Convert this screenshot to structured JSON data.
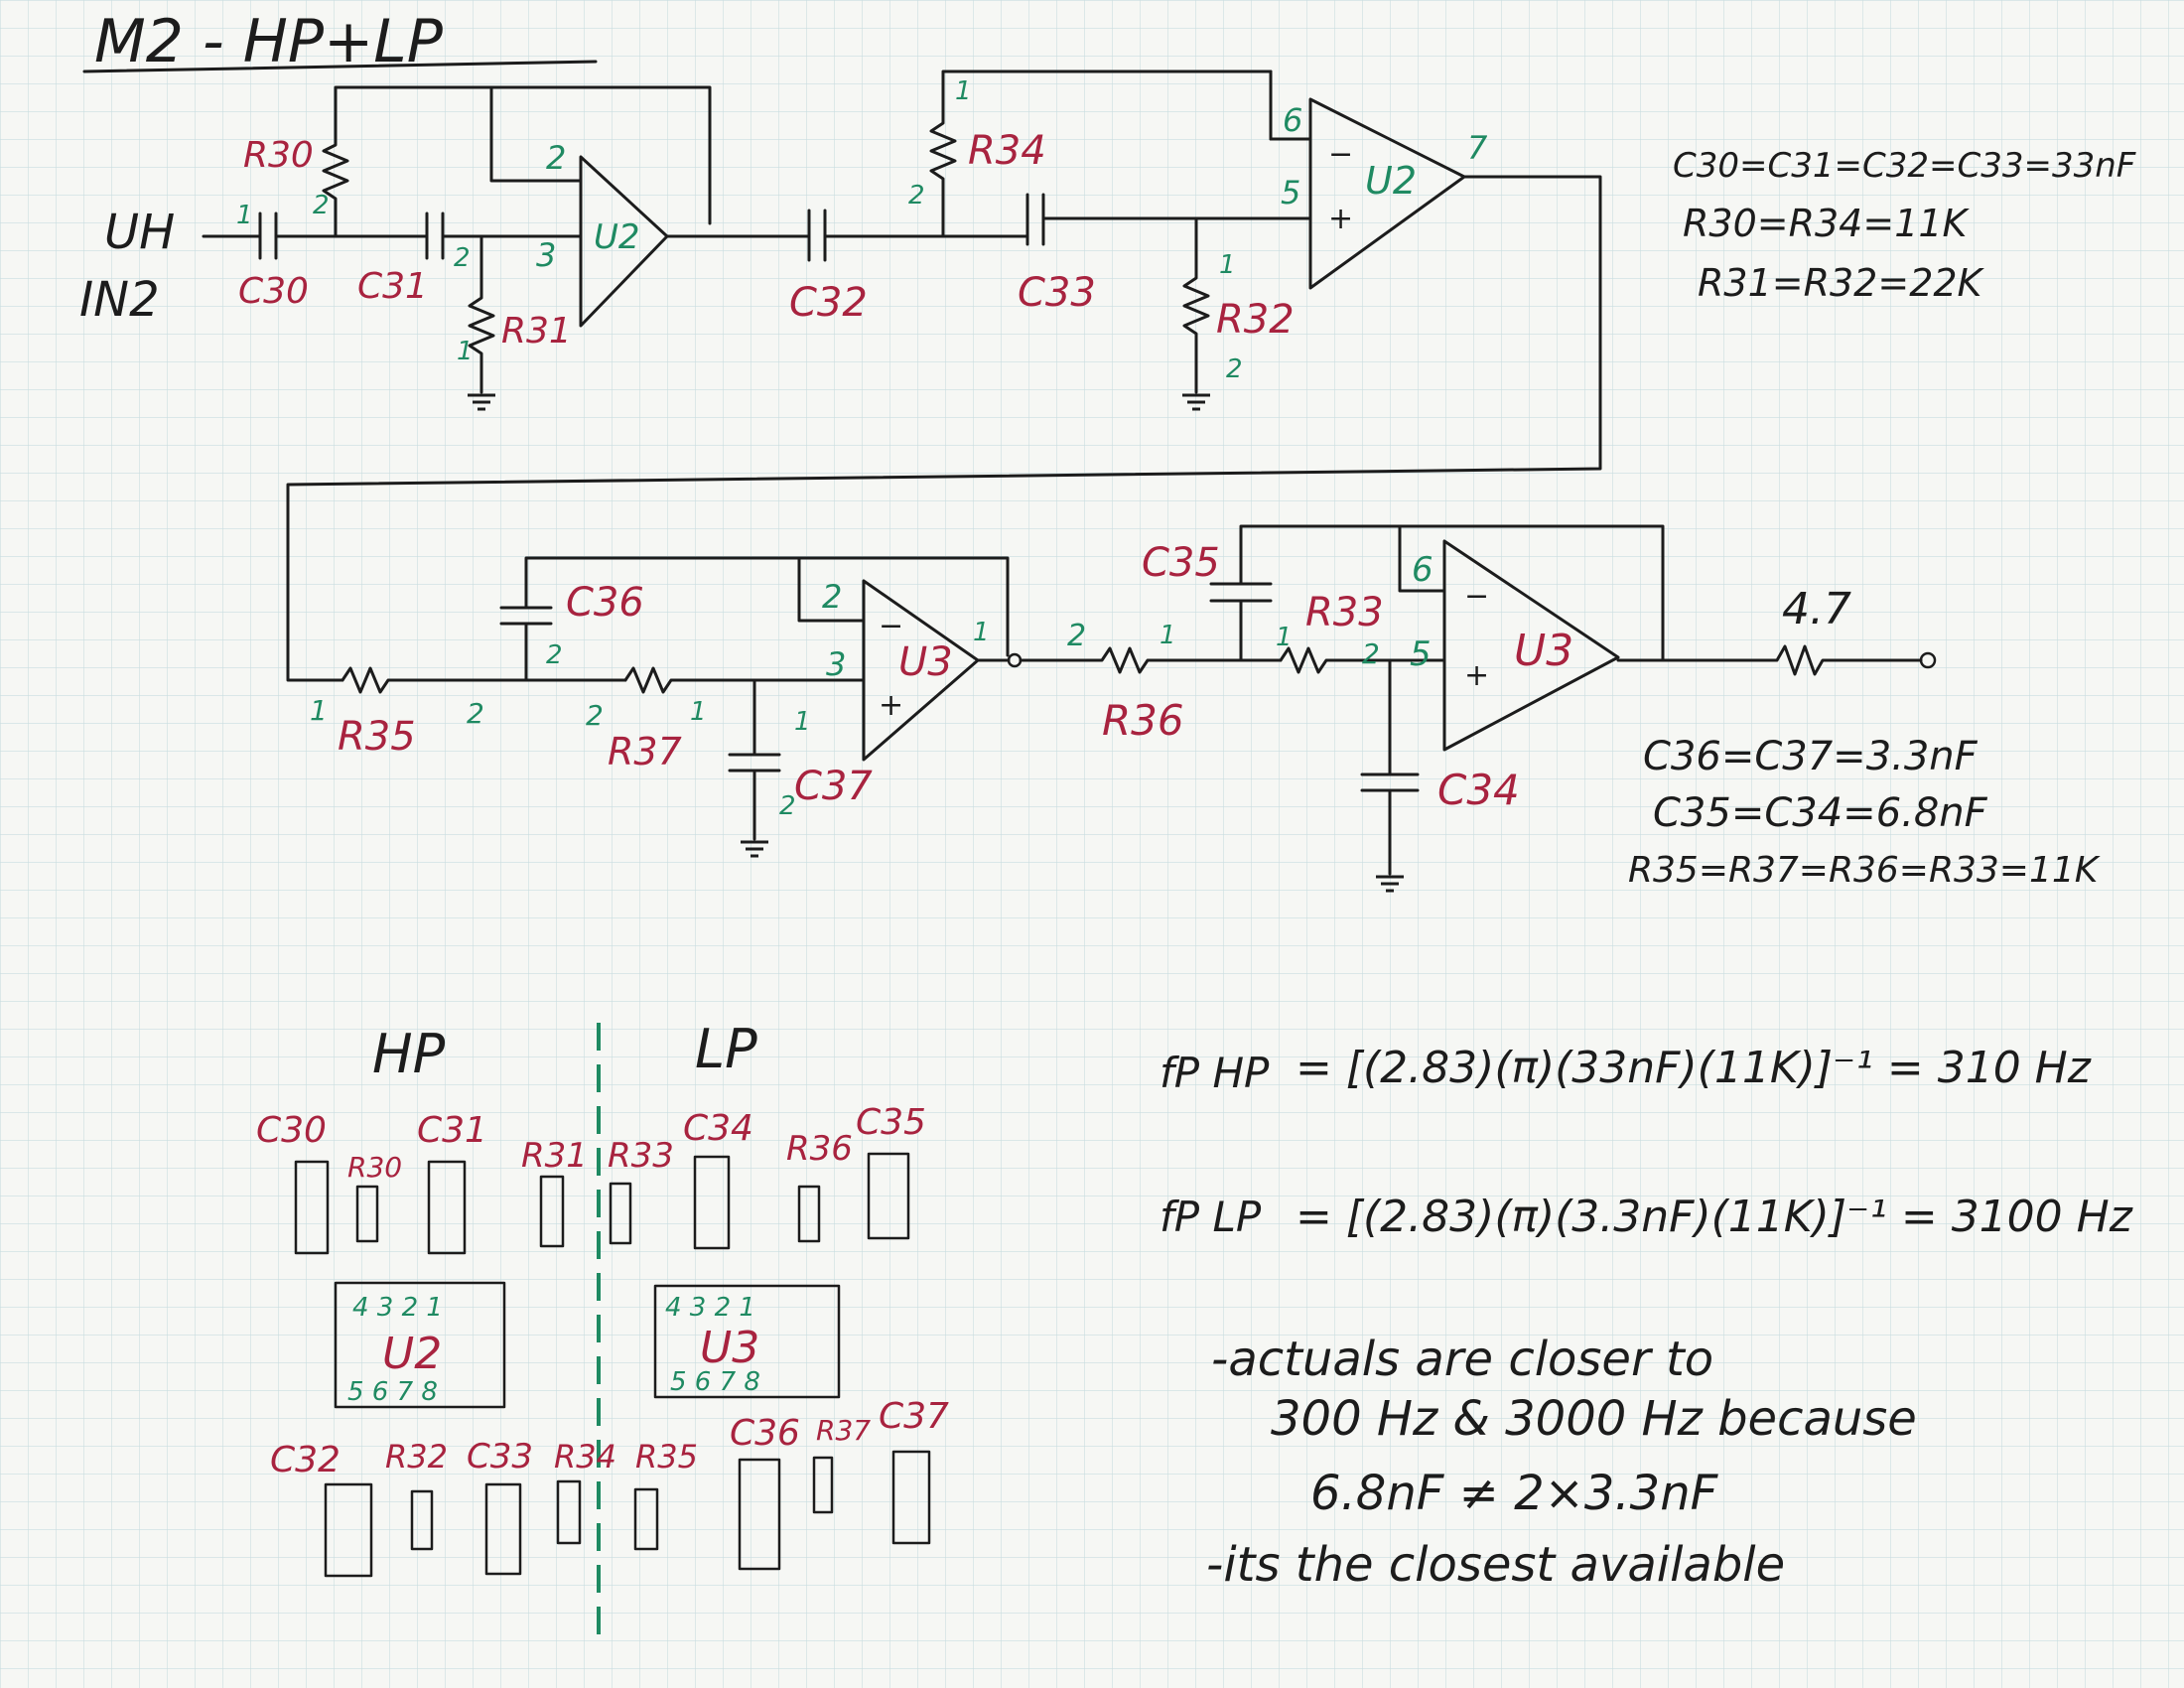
{
  "title": "M2 - HP+LP",
  "input": {
    "line1": "UH",
    "line2": "IN2"
  },
  "hp_stage": {
    "caps": [
      "C30",
      "C31",
      "C32",
      "C33"
    ],
    "resistors": [
      "R30",
      "R31",
      "R34",
      "R32"
    ],
    "opamps": [
      "U2",
      "U2"
    ]
  },
  "lp_stage": {
    "caps": [
      "C36",
      "C37",
      "C35",
      "C34"
    ],
    "resistors": [
      "R35",
      "R37",
      "R36",
      "R33"
    ],
    "opamps": [
      "U3",
      "U3"
    ]
  },
  "output_label": "4.7",
  "pins": {
    "p1": "1",
    "p2": "2",
    "p3": "3",
    "p5": "5",
    "p6": "6",
    "p7": "7",
    "plus": "+",
    "minus": "−"
  },
  "notes_hp": [
    "C30=C31=C32=C33=33nF",
    "R30=R34=11K",
    "R31=R32=22K"
  ],
  "notes_lp": [
    "C36=C37=3.3nF",
    "C35=C34=6.8nF",
    "R35=R37=R36=R33=11K"
  ],
  "layout_labels": {
    "hp": "HP",
    "lp": "LP"
  },
  "hp_layout": {
    "top": [
      "C30",
      "R30",
      "C31",
      "R31"
    ],
    "ic": {
      "name": "U2",
      "top_pins": "4 3 2 1",
      "bottom_pins": "5 6 7 8"
    },
    "bottom": [
      "C32",
      "R32",
      "C33",
      "R34"
    ]
  },
  "lp_layout": {
    "top": [
      "R33",
      "C34",
      "R36",
      "C35"
    ],
    "ic": {
      "name": "U3",
      "top_pins": "4 3 2 1",
      "bottom_pins": "5 6 7 8"
    },
    "bottom": [
      "R35",
      "C36",
      "R37",
      "C37"
    ]
  },
  "formulas": {
    "hp_label": "fP HP",
    "hp_expr": "= [(2.83)(π)(33nF)(11K)]⁻¹ = 310 Hz",
    "lp_label": "fP LP",
    "lp_expr": "= [(2.83)(π)(3.3nF)(11K)]⁻¹ = 3100 Hz"
  },
  "remarks": [
    "-actuals are closer to",
    "300 Hz & 3000 Hz because",
    "6.8nF ≠ 2×3.3nF",
    "-its the closest available"
  ],
  "colors": {
    "ink": "#1c1c1c",
    "red": "#a8233f",
    "green": "#1f8a62",
    "grid": "#c9dde0"
  }
}
